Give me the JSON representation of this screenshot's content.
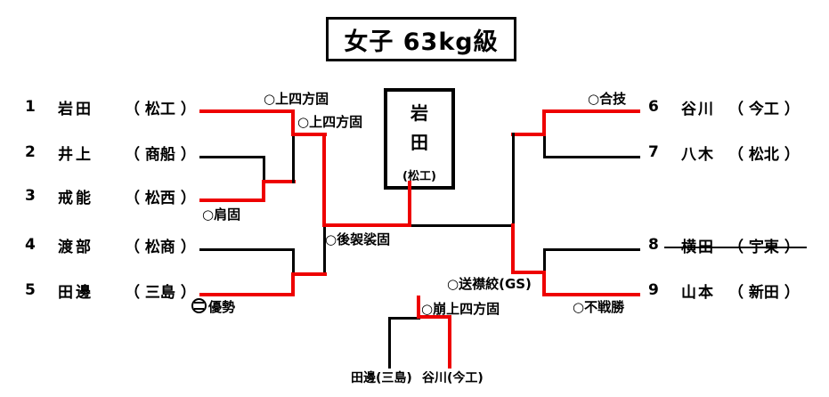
{
  "title": "女子 63kg級",
  "champion": {
    "name_char1": "岩",
    "name_char2": "田",
    "school": "(松工)"
  },
  "left_competitors": [
    {
      "number": "1",
      "name": "岩田",
      "school": "（ 松工 ）"
    },
    {
      "number": "2",
      "name": "井上",
      "school": "（ 商船 ）"
    },
    {
      "number": "3",
      "name": "戒能",
      "school": "（ 松西 ）"
    },
    {
      "number": "4",
      "name": "渡部",
      "school": "（ 松商 ）"
    },
    {
      "number": "5",
      "name": "田邊",
      "school": "（ 三島 ）"
    }
  ],
  "right_competitors": [
    {
      "number": "6",
      "name": "谷川",
      "school": "（ 今工 ）"
    },
    {
      "number": "7",
      "name": "八木",
      "school": "（ 松北 ）"
    },
    {
      "number": "8",
      "name": "横田",
      "school": "（ 宇東 ）",
      "withdrawn": true
    },
    {
      "number": "9",
      "name": "山本",
      "school": "（ 新田 ）"
    }
  ],
  "techniques": {
    "upper_left_1": "○上四方固",
    "upper_left_2": "○上四方固",
    "left_round1": "○肩固",
    "center_left": "○後袈裟固",
    "left_lower_decision": "優勢",
    "upper_right": "○合技",
    "center_right": "○送襟絞(GS)",
    "lower_right": "○不戦勝",
    "third_place": "○崩上四方固"
  },
  "third_place_match": {
    "left_player": "田邊(三島)",
    "right_player": "谷川(今工)"
  },
  "colors": {
    "winner_red": "#ee0000",
    "line_black": "#000000"
  }
}
